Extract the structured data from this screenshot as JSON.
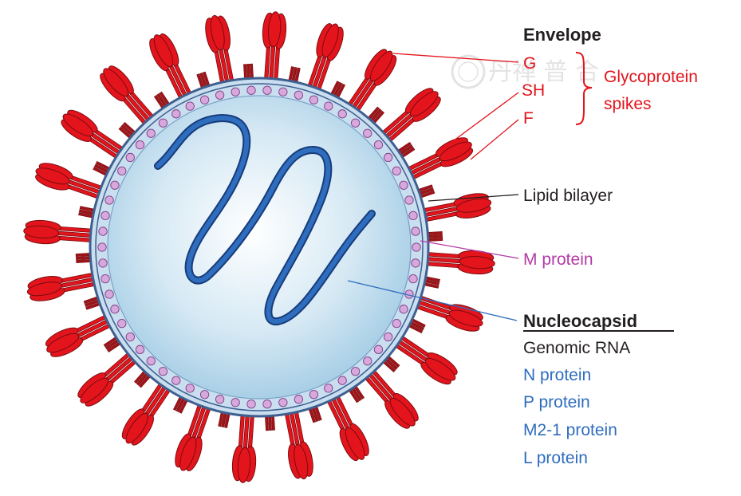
{
  "labels": {
    "envelope": "Envelope",
    "g": "G",
    "sh": "SH",
    "f": "F",
    "glyco_line1": "Glycoprotein",
    "glyco_line2": "spikes",
    "lipid": "Lipid bilayer",
    "mprotein": "M protein",
    "nucleocapsid": "Nucleocapsid",
    "genomic_rna": "Genomic RNA",
    "n_protein": "N protein",
    "p_protein": "P protein",
    "m21_protein": "M2-1 protein",
    "l_protein": "L protein"
  },
  "watermark": "丹禅 普 合",
  "colors": {
    "spike_red": "#e3141c",
    "spike_dark": "#a01419",
    "outline": "#7a0c10",
    "membrane": "#3f5f8f",
    "m_protein": "#d7a8dc",
    "core_light": "#ffffff",
    "core_edge": "#9ec9e3",
    "rna": "#2f6dbf",
    "label_red": "#e3141c",
    "label_magenta": "#b43aa6",
    "label_blue": "#2f6dbf",
    "label_dark": "#231f20"
  }
}
